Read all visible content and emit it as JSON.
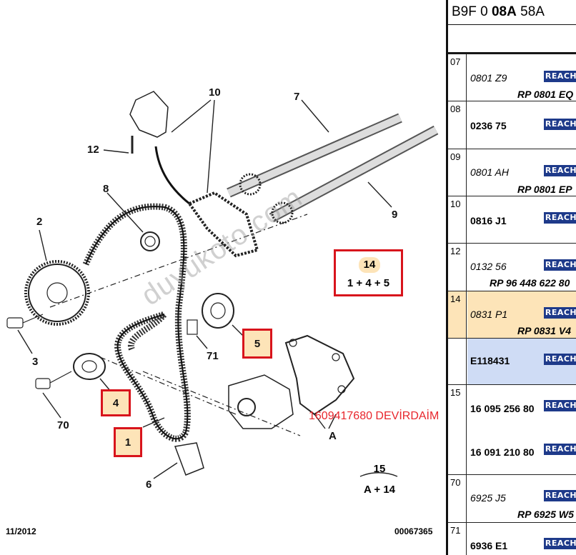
{
  "diagram": {
    "callouts": {
      "c10": "10",
      "c7": "7",
      "c12": "12",
      "c8": "8",
      "c2": "2",
      "c9": "9",
      "c3": "3",
      "c71": "71",
      "c70": "70",
      "c6": "6",
      "cA": "A"
    },
    "highlighted": {
      "h4": "4",
      "h5": "5",
      "h1": "1"
    },
    "group14": {
      "top": "14",
      "bottom": "1 + 4 + 5"
    },
    "group15": {
      "top": "15",
      "bottom": "A + 14"
    },
    "watermark": "duyukoto.com",
    "red_annotation": "1609417680 DEVİRDAİM",
    "footer_left": "11/2012",
    "footer_right": "00067365",
    "highlight_color": "#d8141c",
    "highlight_fill": "#fde4b8"
  },
  "panel": {
    "header_a": "B9F 0",
    "header_b": "08A",
    "header_c": "58A",
    "reach_label": "REACH",
    "reach_color": "#1e3a8a",
    "rows": [
      {
        "num": "07",
        "ref": "0801 Z9",
        "rp": "RP 0801 EQ"
      },
      {
        "num": "08",
        "ref": "0236 75",
        "rp": ""
      },
      {
        "num": "09",
        "ref": "0801 AH",
        "rp": "RP 0801 EP"
      },
      {
        "num": "10",
        "ref": "0816 J1",
        "rp": ""
      },
      {
        "num": "12",
        "ref": "0132 56",
        "rp": "RP 96 448 622 80"
      },
      {
        "num": "14",
        "ref": "0831 P1",
        "rp": "RP 0831 V4"
      },
      {
        "num": "",
        "ref": "E118431",
        "rp": ""
      },
      {
        "num": "15",
        "ref": "16 095 256 80",
        "ref2": "16 091 210 80"
      },
      {
        "num": "70",
        "ref": "6925 J5",
        "rp": "RP 6925 W5"
      },
      {
        "num": "71",
        "ref": "6936 E1"
      }
    ]
  }
}
